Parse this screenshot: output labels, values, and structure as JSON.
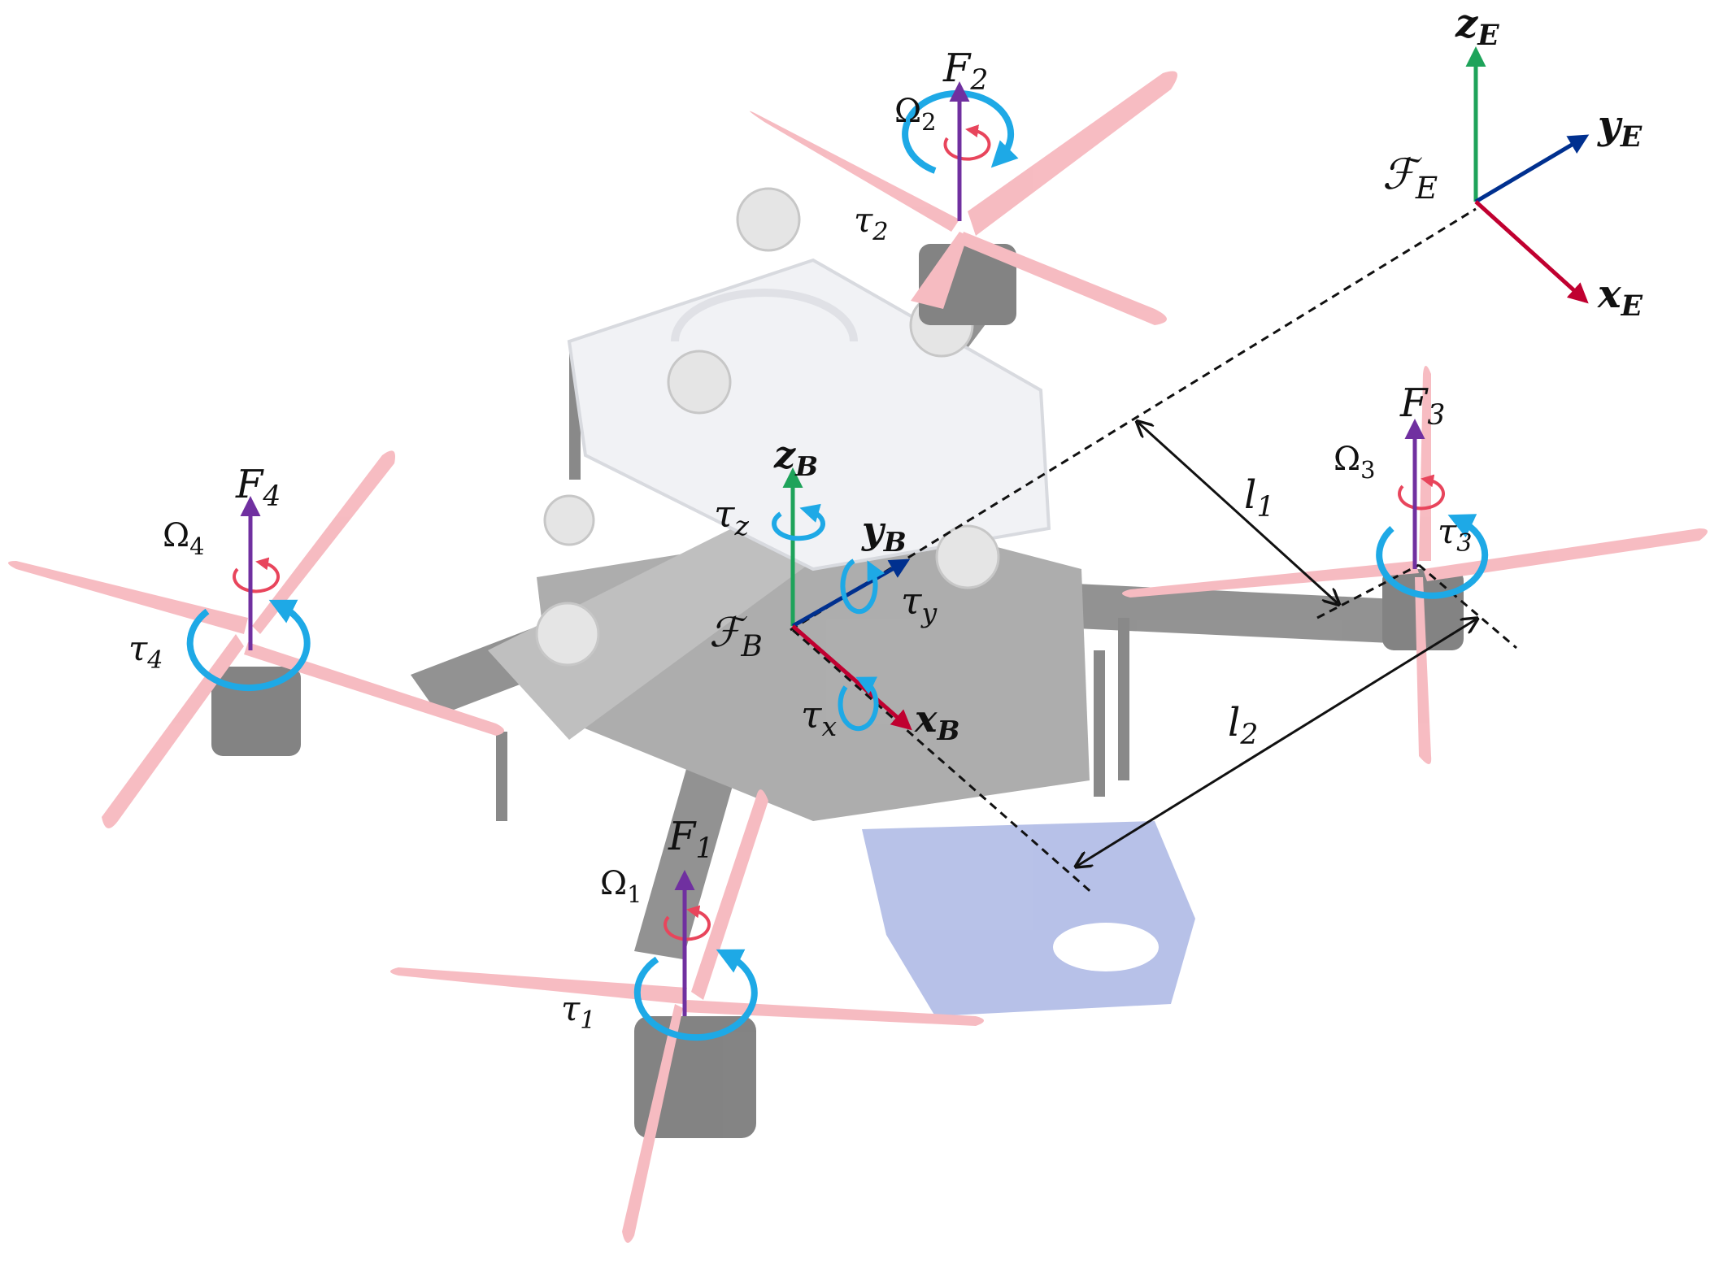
{
  "colors": {
    "force": "#7030a0",
    "spin": "#e8455c",
    "torque": "#1ea9e6",
    "x_axis": "#c00030",
    "y_axis": "#00308f",
    "z_axis": "#1ea35a",
    "propeller": "#f08590",
    "frame": "#5a5a5a",
    "battery": "#7d8fd6"
  },
  "icons": {
    "drone": "quadrotor-photo",
    "torque": "circular-arrow-icon",
    "spin": "circular-arrow-icon"
  },
  "earth_frame": {
    "name": "ℱ",
    "name_sub": "E",
    "x": "x",
    "x_sub": "E",
    "y": "y",
    "y_sub": "E",
    "z": "z",
    "z_sub": "E"
  },
  "body_frame": {
    "name": "ℱ",
    "name_sub": "B",
    "x": "x",
    "x_sub": "B",
    "y": "y",
    "y_sub": "B",
    "z": "z",
    "z_sub": "B",
    "tau_x": "τ",
    "tau_x_sub": "x",
    "tau_y": "τ",
    "tau_y_sub": "y",
    "tau_z": "τ",
    "tau_z_sub": "z"
  },
  "rotors": [
    {
      "force": "F",
      "omega": "Ω",
      "tau": "τ",
      "index": "1"
    },
    {
      "force": "F",
      "omega": "Ω",
      "tau": "τ",
      "index": "2"
    },
    {
      "force": "F",
      "omega": "Ω",
      "tau": "τ",
      "index": "3"
    },
    {
      "force": "F",
      "omega": "Ω",
      "tau": "τ",
      "index": "4"
    }
  ],
  "distances": {
    "l1": "l",
    "l1_sub": "1",
    "l2": "l",
    "l2_sub": "2"
  }
}
